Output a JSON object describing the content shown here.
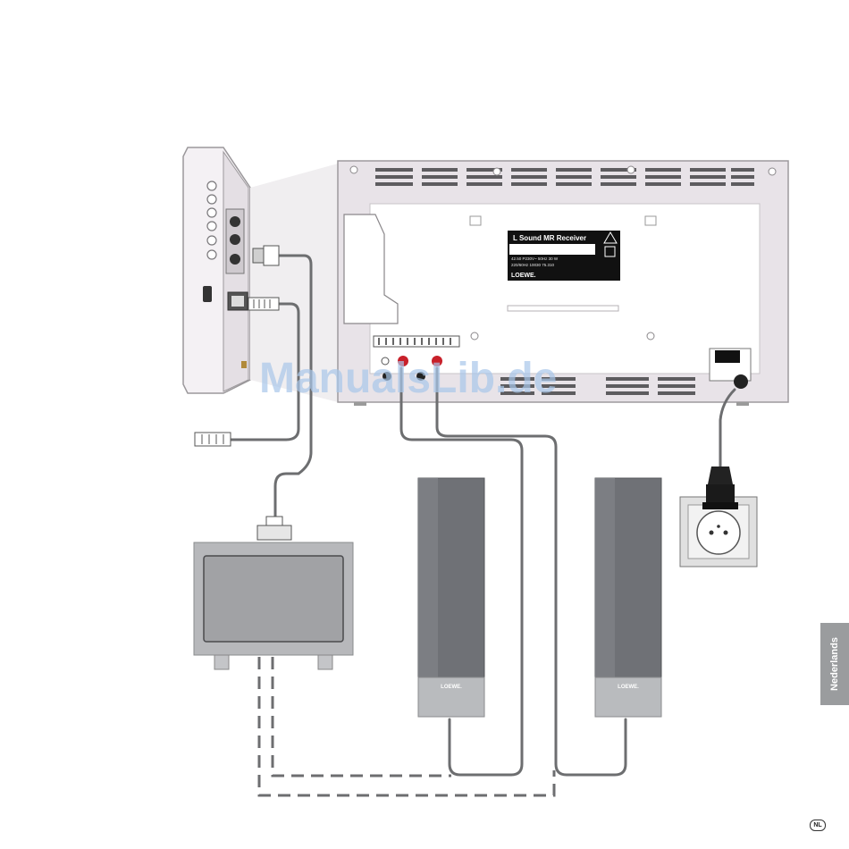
{
  "receiver": {
    "label_title": "L Sound MR Receiver",
    "label_brand": "LOEWE.",
    "label_line1": "42.50 P230V~ 50Hz 30 W",
    "label_line2": "220/60Hz 10030 75.310"
  },
  "speakers": {
    "left_brand": "LOEWE.",
    "right_brand": "LOEWE."
  },
  "sidebar": {
    "language": "Nederlands"
  },
  "footer": {
    "lang_code": "NL"
  },
  "watermark": {
    "text": "ManualsLib.de"
  },
  "colors": {
    "device_frame": "#ebe6ea",
    "speaker_dark": "#6f7176",
    "speaker_light": "#b9bbbe",
    "cable": "#6d6e70",
    "tab_gray": "#9a9c9e",
    "label_black": "#111111"
  }
}
